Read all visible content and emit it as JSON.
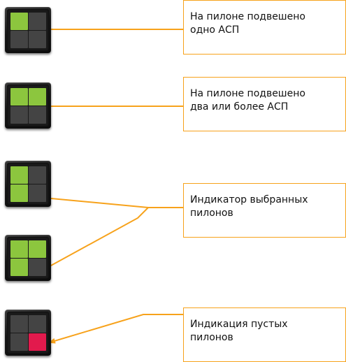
{
  "accent_color": "#f7a21b",
  "colors": {
    "cell_on": "#8cc63e",
    "cell_off": "#444444",
    "cell_empty": "#e21a4d"
  },
  "indicators": [
    {
      "name": "one-weapon",
      "cells": [
        "green",
        "off",
        "off",
        "off"
      ]
    },
    {
      "name": "two-or-more-weapons",
      "cells": [
        "green",
        "green",
        "off",
        "off"
      ]
    },
    {
      "name": "selected-a",
      "cells": [
        "green",
        "off",
        "green",
        "off"
      ]
    },
    {
      "name": "selected-b",
      "cells": [
        "green",
        "green",
        "green",
        "off"
      ]
    },
    {
      "name": "empty-pylons",
      "cells": [
        "off",
        "off",
        "off",
        "red"
      ]
    }
  ],
  "callouts": {
    "one_weapon": {
      "line1": "На пилоне подвешено",
      "line2": "одно АСП"
    },
    "two_or_more": {
      "line1": "На пилоне подвешено",
      "line2": "два или более АСП"
    },
    "selected": {
      "line1": "Индикатор выбранных",
      "line2": "пилонов"
    },
    "empty": {
      "line1": "Индикация пустых",
      "line2": "пилонов"
    }
  }
}
